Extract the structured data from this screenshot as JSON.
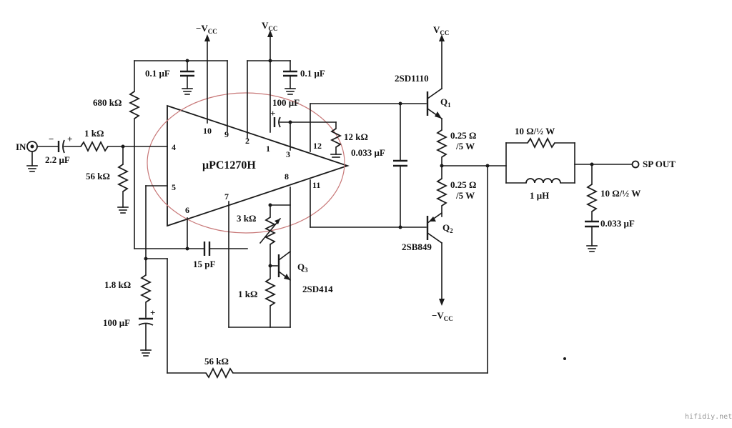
{
  "ic": {
    "name": "μPC1270H",
    "outline_color": "#c87878"
  },
  "pins": [
    "10",
    "9",
    "2",
    "1",
    "3",
    "12",
    "4",
    "5",
    "6",
    "7",
    "8",
    "11"
  ],
  "supply": {
    "neg_left": "−V",
    "pos_top": "V",
    "pos_right": "V",
    "neg_bottom": "−V",
    "sub": "CC"
  },
  "components": {
    "c_in": "2.2 μF",
    "r_in": "1 kΩ",
    "r_bias": "680 kΩ",
    "r_56k_gnd": "56 kΩ",
    "c_01_left": "0.1 μF",
    "c_01_right": "0.1 μF",
    "c_100_top": "100 μF",
    "r_12k": "12 kΩ",
    "c_0033_mid": "0.033 μF",
    "r_3k": "3 kΩ",
    "r_1k_q3": "1 kΩ",
    "q3_type": "2SD414",
    "q3": "Q",
    "q3_sub": "3",
    "c_15p": "15 pF",
    "r_18k": "1.8 kΩ",
    "c_100_bottom": "100 μF",
    "r_fb": "56 kΩ",
    "q1_type": "2SD1110",
    "q1": "Q",
    "q1_sub": "1",
    "q2_type": "2SB849",
    "q2": "Q",
    "q2_sub": "2",
    "re1": [
      "0.25 Ω",
      "/5 W"
    ],
    "re2": [
      "0.25 Ω",
      "/5 W"
    ],
    "r_out": "10 Ω/½ W",
    "l_out": "1 μH",
    "r_zobel": "10 Ω/½ W",
    "c_zobel": "0.033 μF"
  },
  "io": {
    "input": "IN",
    "output": "SP OUT"
  },
  "watermark": "hifidiy.net"
}
